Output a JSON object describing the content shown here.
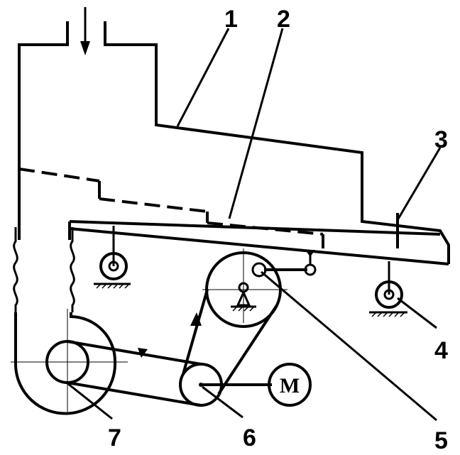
{
  "labels": {
    "l1": "1",
    "l2": "2",
    "l3": "3",
    "l4": "4",
    "l5": "5",
    "l6": "6",
    "l7": "7"
  },
  "motor": {
    "label": "M"
  }
}
